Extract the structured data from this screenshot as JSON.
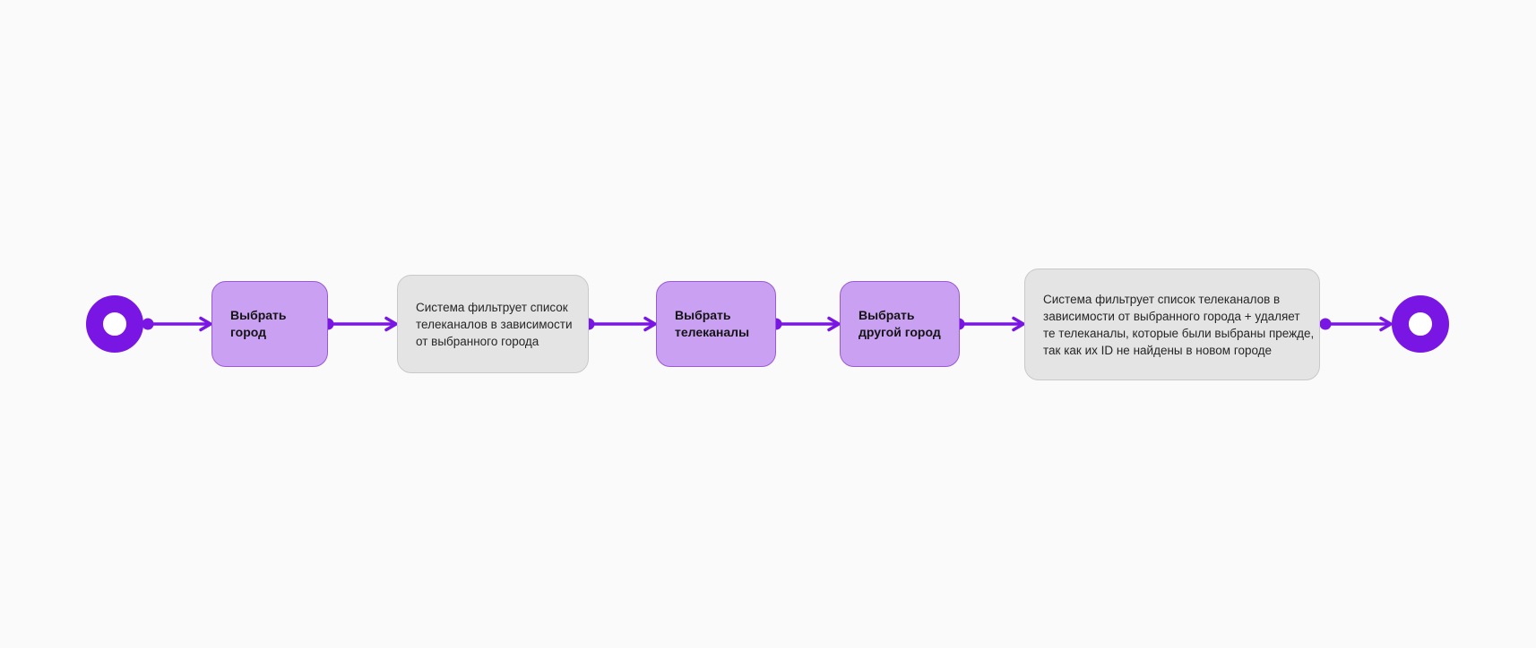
{
  "app": {
    "type": "flow-diagram"
  },
  "colors": {
    "background": "#fafafa",
    "accent_purple": "#7a16e3",
    "task_fill": "#c9a0f2",
    "task_border": "#9c59d4",
    "note_fill": "#e4e4e5",
    "note_border": "#c9c9cb",
    "task_label_text": "#141414",
    "note_text": "#262626"
  },
  "icons": {
    "start_event": "thick purple ring ◉",
    "end_event": "thick purple ring ◉",
    "connector_dot": "●",
    "arrowhead": "open chevron ❯"
  },
  "diagram": {
    "nodes": {
      "start": {
        "kind": "start-event"
      },
      "select_city": {
        "label": "Выбрать\nгород"
      },
      "filter_note_1": {
        "text": "Система фильтрует список\nтелеканалов в зависимости\nот выбранного города"
      },
      "select_channels": {
        "label": "Выбрать\nтелеканалы"
      },
      "select_other_city": {
        "label": "Выбрать\nдругой город"
      },
      "filter_note_2": {
        "text": "Система фильтрует список телеканалов в\nзависимости от выбранного города + удаляет\nте телеканалы, которые были выбраны прежде,\nтак как их ID не найдены в новом городе"
      },
      "end": {
        "kind": "end-event"
      }
    },
    "flow_order": [
      "start",
      "select_city",
      "filter_note_1",
      "select_channels",
      "select_other_city",
      "filter_note_2",
      "end"
    ]
  }
}
